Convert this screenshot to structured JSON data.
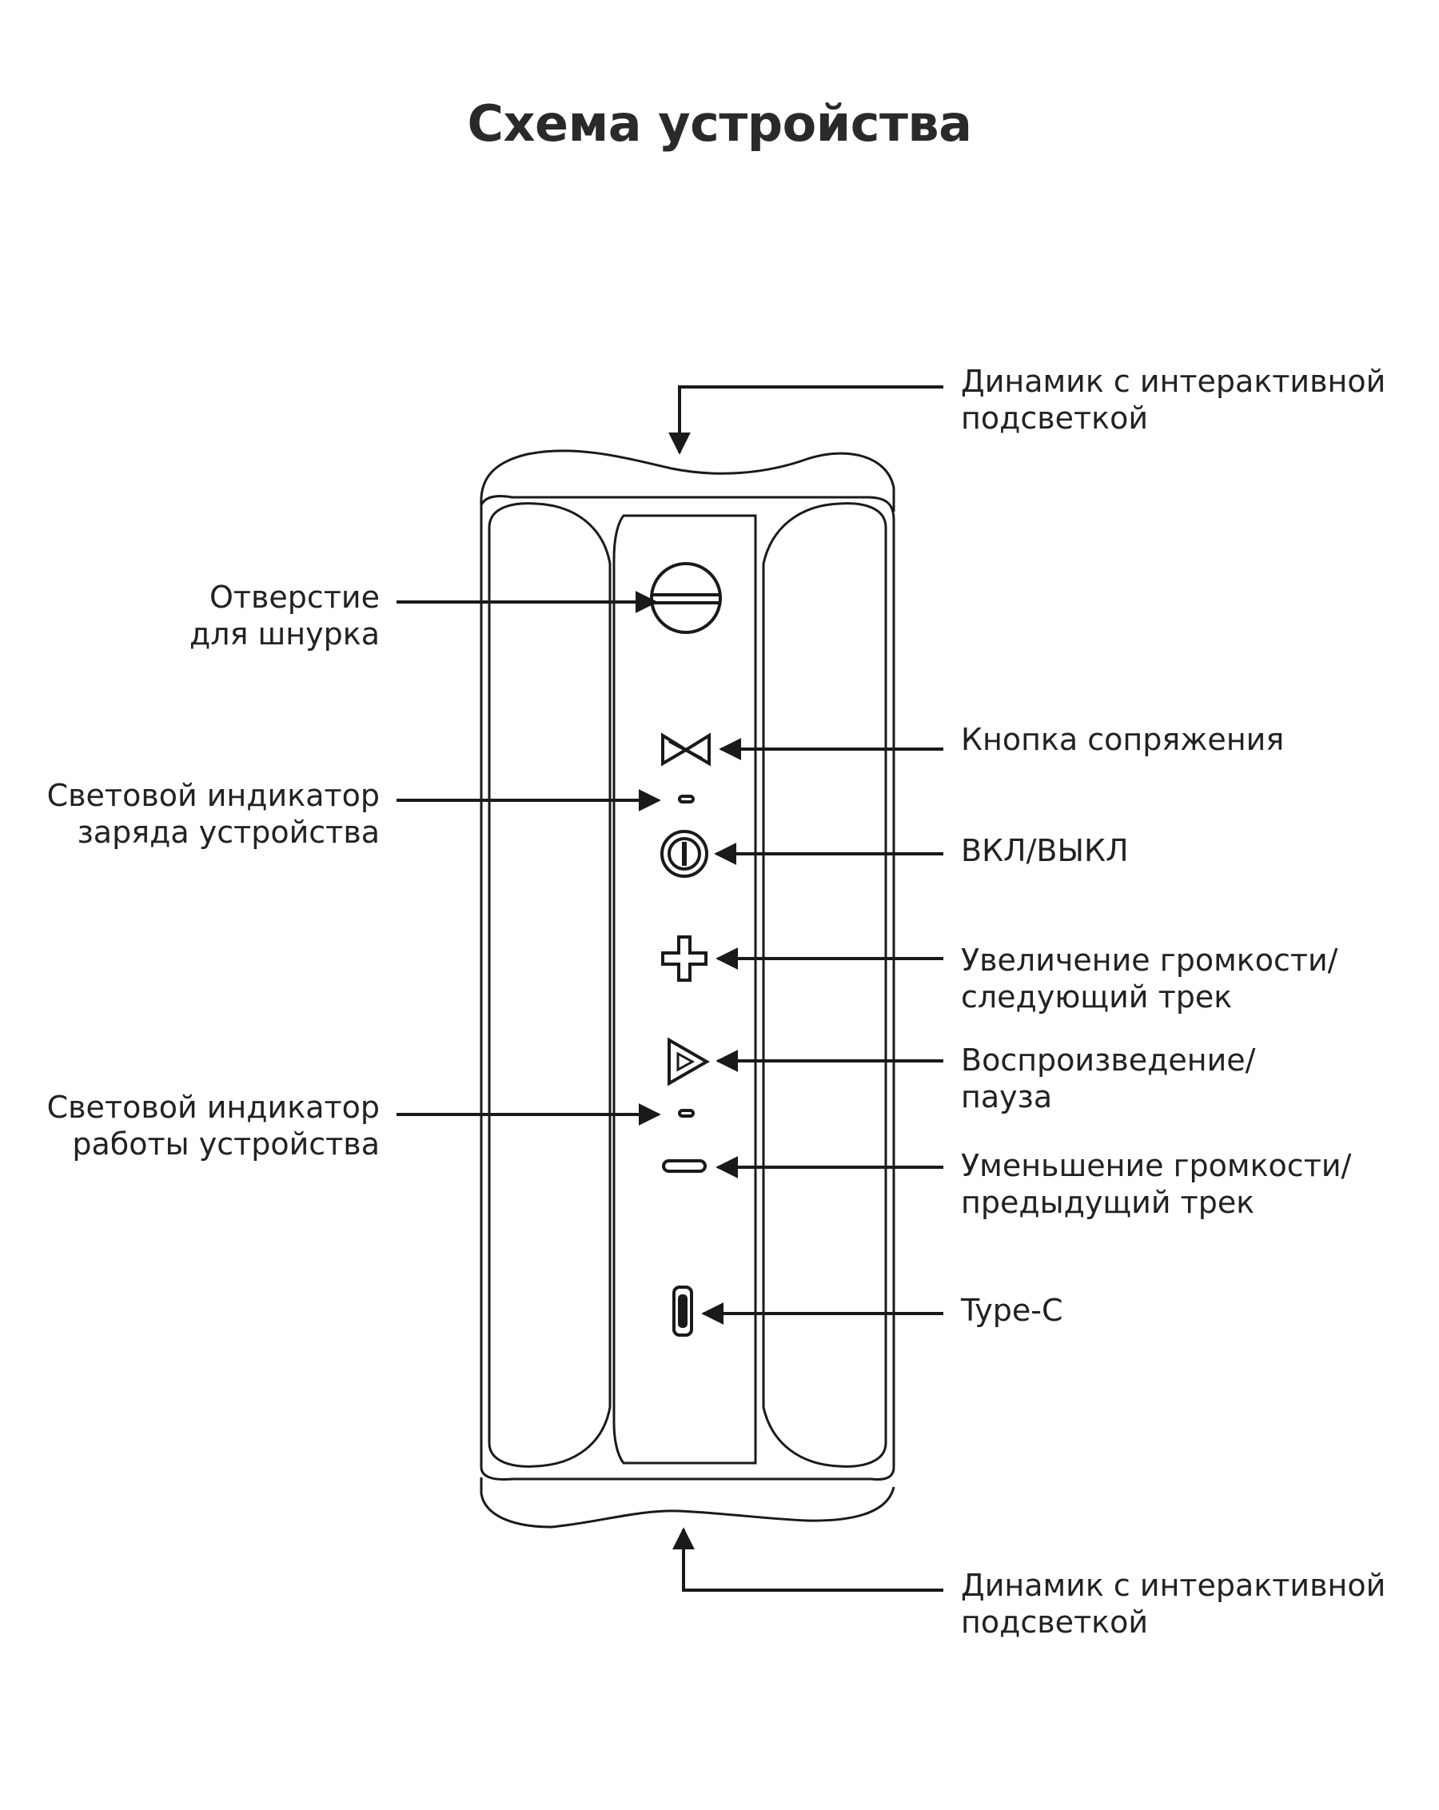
{
  "title": "Схема устройства",
  "labels": {
    "speaker_top": [
      "Динамик с интерактивной",
      "подсветкой"
    ],
    "lanyard_hole": [
      "Отверстие",
      "для шнурка"
    ],
    "pairing_button": [
      "Кнопка сопряжения"
    ],
    "charge_indicator": [
      "Световой индикатор",
      "заряда устройства"
    ],
    "power": [
      "ВКЛ/ВЫКЛ"
    ],
    "volume_up": [
      "Увеличение громкости/",
      "следующий трек"
    ],
    "play_pause": [
      "Воспроизведение/",
      "пауза"
    ],
    "work_indicator": [
      "Световой индикатор",
      "работы устройства"
    ],
    "volume_down": [
      "Уменьшение громкости/",
      "предыдущий трек"
    ],
    "usb": [
      "Type-C"
    ],
    "speaker_bottom": [
      "Динамик с интерактивной",
      "подсветкой"
    ]
  },
  "icons": {
    "lanyard": "lanyard-hole-icon",
    "pairing": "bowtie-pairing-icon",
    "power": "power-icon",
    "plus": "plus-icon",
    "play": "play-icon",
    "minus": "minus-icon",
    "usb": "usb-c-port-icon"
  },
  "colors": {
    "stroke": "#1a1a1a",
    "text": "#222222",
    "background": "#ffffff"
  }
}
